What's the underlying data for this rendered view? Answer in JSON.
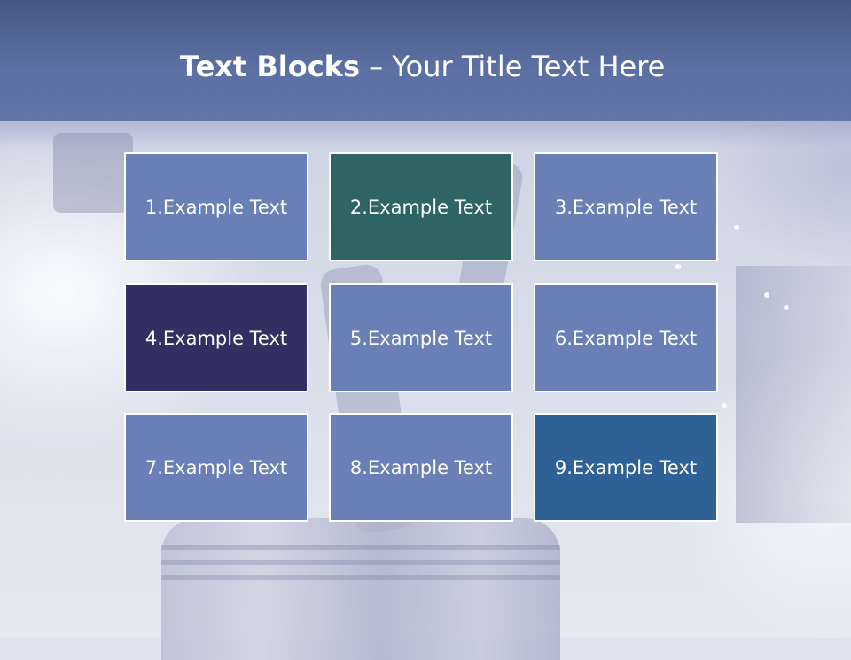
{
  "title": {
    "bold": "Text Blocks",
    "separator": " – ",
    "normal": "Your Title Text Here"
  },
  "colors": {
    "title_bar": "#5b6fa2",
    "block_default": "#6a7fb5",
    "block_teal": "#2e6464",
    "block_navy": "#313062",
    "block_steel_blue": "#2f6196",
    "block_border": "#ffffff",
    "text": "#ffffff"
  },
  "blocks": [
    {
      "label": "1.Example Text",
      "color": "#6a7fb5"
    },
    {
      "label": "2.Example Text",
      "color": "#2e6464"
    },
    {
      "label": "3.Example Text",
      "color": "#6a7fb5"
    },
    {
      "label": "4.Example Text",
      "color": "#313062"
    },
    {
      "label": "5.Example Text",
      "color": "#6a7fb5"
    },
    {
      "label": "6.Example Text",
      "color": "#6a7fb5"
    },
    {
      "label": "7.Example Text",
      "color": "#6a7fb5"
    },
    {
      "label": "8.Example Text",
      "color": "#6a7fb5"
    },
    {
      "label": "9.Example Text",
      "color": "#2f6196"
    }
  ]
}
